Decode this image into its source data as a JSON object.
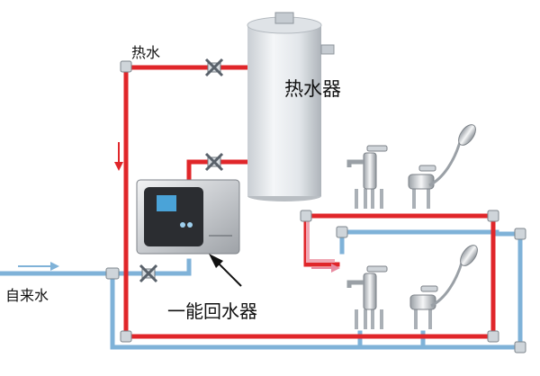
{
  "labels": {
    "hot_water": "热水",
    "heater": "热水器",
    "cold_water": "自来水",
    "device": "一能回水器"
  },
  "colors": {
    "hot_pipe": "#e0262a",
    "cold_pipe": "#7fb2d8",
    "heater_body": "#e9ecef",
    "device_panel": "#2b2d31"
  },
  "icons": [
    "valve-icon",
    "faucet-icon",
    "shower-head-icon",
    "flow-arrow-icon",
    "pointer-arrow-icon"
  ]
}
